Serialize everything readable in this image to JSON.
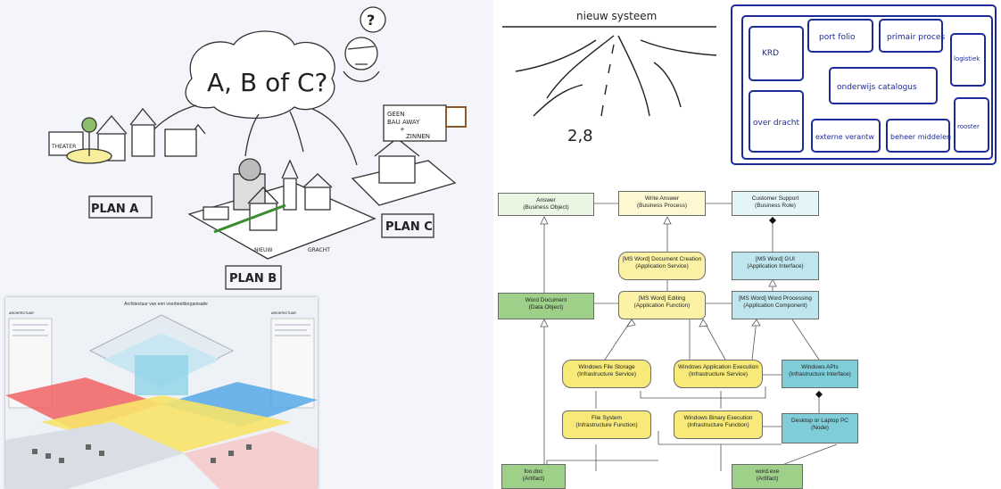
{
  "sketch": {
    "plan_a": "PLAN A",
    "plan_b": "PLAN B",
    "plan_c": "PLAN C",
    "cloud_text": "A, B of C?",
    "question_mark": "?",
    "theater_sign": "THEATER",
    "note_lines": [
      "GEEN",
      "BAU AWAY",
      "+",
      "ZINNEN"
    ],
    "sign_1": "NIEUW",
    "sign_2": "GRACHT"
  },
  "poster": {
    "title": "Architectuur van een voorbeeldorganisatie",
    "left_heading": "ARCHITECTUUR",
    "right_heading": "ARCHITECTUUR"
  },
  "road": {
    "title": "nieuw systeem",
    "number": "2,8"
  },
  "blocks": {
    "items": [
      "KRD",
      "port folio",
      "primair proces",
      "logistiek",
      "onderwijs catalogus",
      "over dracht",
      "externe verantw",
      "beheer middelen",
      "rooster"
    ]
  },
  "uml": {
    "answer": {
      "name": "Answer",
      "type": "(Business Object)"
    },
    "write_answer": {
      "name": "Write Answer",
      "type": "(Business Process)"
    },
    "customer_support": {
      "name": "Customer Support",
      "type": "(Business Role)"
    },
    "doc_creation": {
      "name": "[MS Word] Document Creation",
      "type": "(Application Service)"
    },
    "gui": {
      "name": "[MS Word] GUI",
      "type": "(Application Interface)"
    },
    "word_document": {
      "name": "Word Document",
      "type": "(Data Object)"
    },
    "editing": {
      "name": "[MS Word] Editing",
      "type": "(Application Function)"
    },
    "word_processing": {
      "name": "[MS Word] Word Processing",
      "type": "(Application Component)"
    },
    "file_storage": {
      "name": "Windows File Storage",
      "type": "(Infrastructure Service)"
    },
    "app_execution": {
      "name": "Windows Application Execution",
      "type": "(Infrastructure Service)"
    },
    "windows_apis": {
      "name": "Windows APIs",
      "type": "(Infrastructure Interface)"
    },
    "file_system": {
      "name": "File System",
      "type": "(Infrastructure Function)"
    },
    "binary_execution": {
      "name": "Windows Binary Execution",
      "type": "(Infrastructure Function)"
    },
    "desktop": {
      "name": "Desktop or Laptop PC",
      "type": "(Node)"
    },
    "foo_doc": {
      "name": "foo.doc",
      "type": "(Artifact)"
    },
    "word_exe": {
      "name": "word.exe",
      "type": "(Artifact)"
    }
  }
}
